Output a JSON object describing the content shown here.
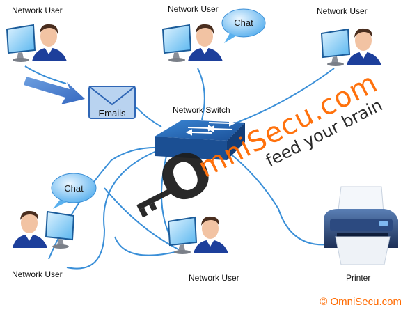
{
  "labels": {
    "user_top_left": "Network User",
    "user_top_middle": "Network User",
    "user_top_right": "Network User",
    "user_bottom_left": "Network User",
    "user_bottom_middle": "Network User",
    "switch": "Network Switch",
    "printer": "Printer",
    "emails": "Emails",
    "chat_top": "Chat",
    "chat_bottom": "Chat"
  },
  "watermark": {
    "brand_o": "O",
    "brand_rest": "mniSecu.com",
    "tagline": "feed your brain"
  },
  "copyright": "© OmniSecu.com",
  "colors": {
    "cable": "#3a8fd8",
    "shirt": "#1d3f9b",
    "switch": "#1e5fa8",
    "email": "#b9d3f0",
    "brand_orange": "#ff6a00",
    "bubble": "#4aa3e6"
  }
}
